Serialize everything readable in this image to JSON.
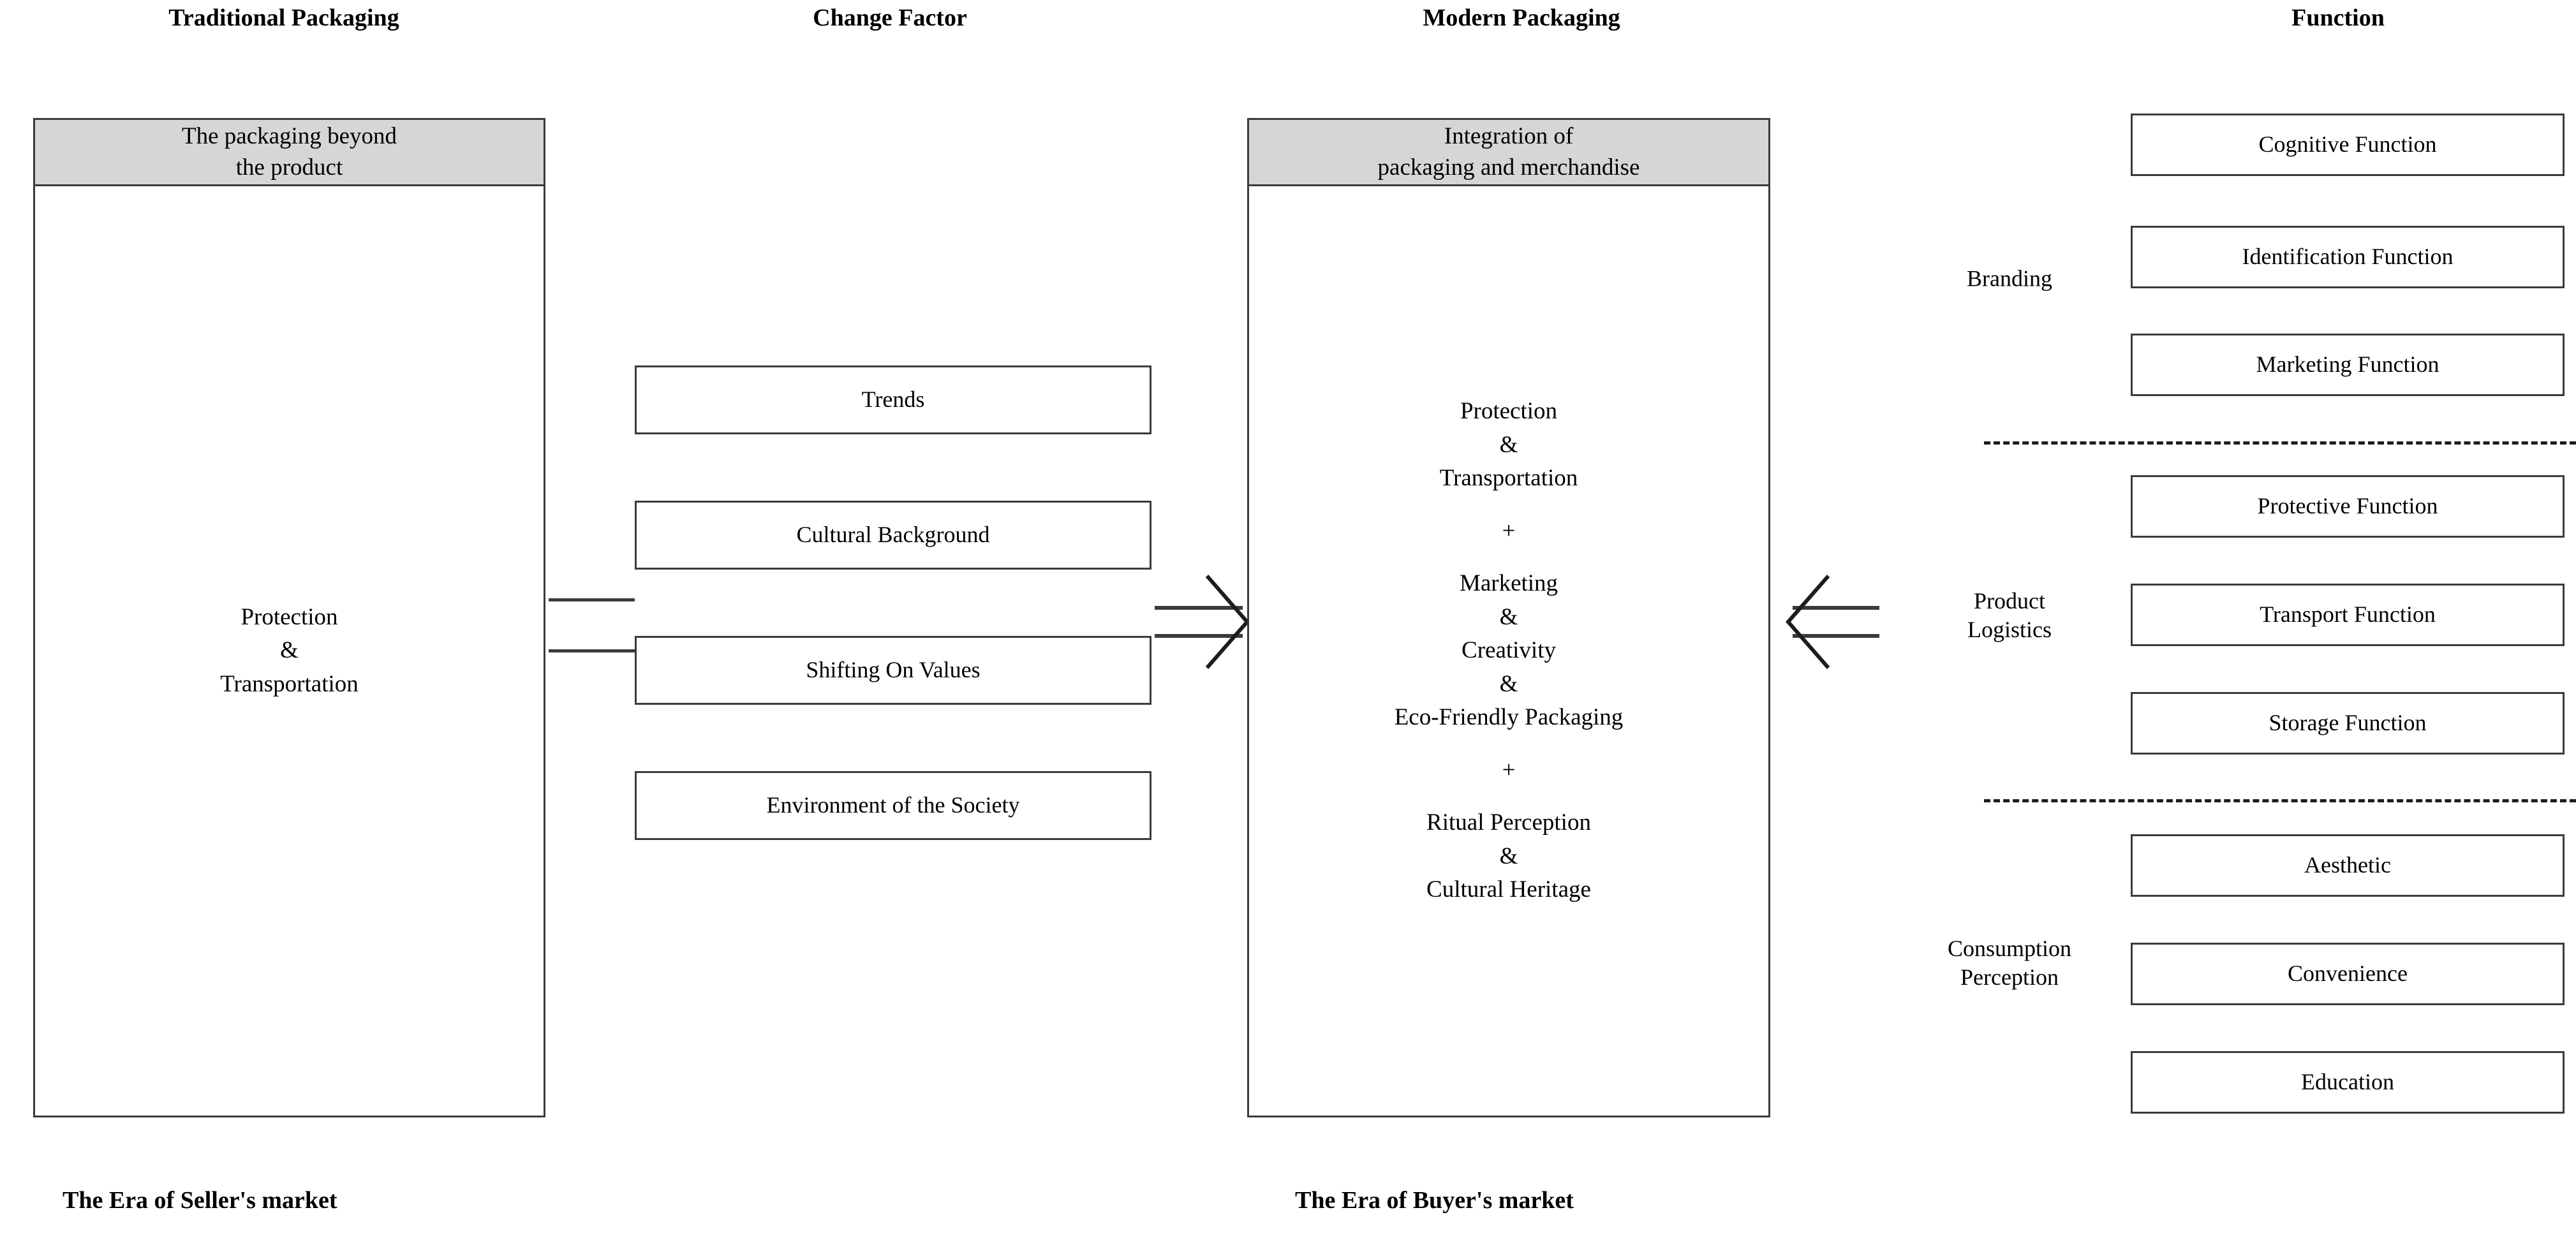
{
  "headers": [
    {
      "label": "Traditional Packaging"
    },
    {
      "label": "Change Factor"
    },
    {
      "label": "Modern Packaging"
    },
    {
      "label": "Function"
    }
  ],
  "traditional_packaging": {
    "header_text": "The packaging beyond\nthe product",
    "body_lines": "Protection\n&\nTransportation"
  },
  "change_factor": {
    "items": [
      {
        "label": "Trends"
      },
      {
        "label": "Cultural Background"
      },
      {
        "label": "Shifting On Values"
      },
      {
        "label": "Environment of the Society"
      }
    ]
  },
  "modern_packaging": {
    "header_text": "Integration of\npackaging and merchandise",
    "block1": "Protection\n&\nTransportation",
    "plus1": "+",
    "block2": "Marketing\n&\nCreativity\n&\nEco-Friendly Packaging",
    "plus2": "+",
    "block3": "Ritual Perception\n&\nCultural Heritage"
  },
  "function": {
    "groups": [
      {
        "label": "Branding",
        "items": [
          {
            "label": "Cognitive Function"
          },
          {
            "label": "Identification Function"
          },
          {
            "label": "Marketing Function"
          }
        ]
      },
      {
        "label": "Product\nLogistics",
        "items": [
          {
            "label": "Protective Function"
          },
          {
            "label": "Transport Function"
          },
          {
            "label": "Storage Function"
          }
        ]
      },
      {
        "label": "Consumption\nPerception",
        "items": [
          {
            "label": "Aesthetic"
          },
          {
            "label": "Convenience"
          },
          {
            "label": "Education"
          }
        ]
      }
    ]
  },
  "era_labels": {
    "left": "The Era of Seller's market",
    "right": "The Era of Buyer's market"
  },
  "colors": {
    "header_fill": "#d6d6d6",
    "stroke": "#3b3b3b",
    "dashed_stroke": "#1d1d1d",
    "text": "#000000",
    "background": "#ffffff"
  }
}
